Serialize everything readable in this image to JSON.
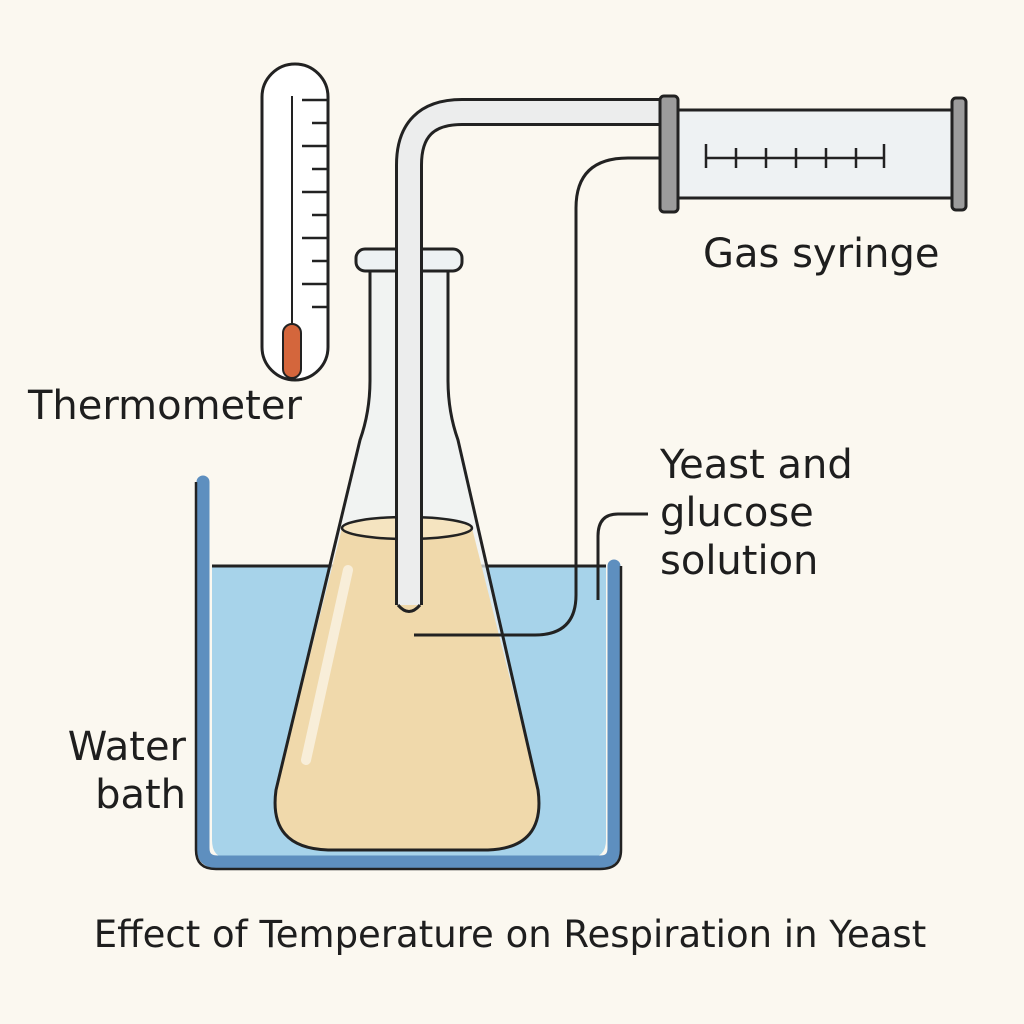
{
  "title": "Effect of Temperature on Respiration in Yeast",
  "labels": {
    "thermometer": "Thermometer",
    "gas_syringe": "Gas syringe",
    "solution_line1": "Yeast and",
    "solution_line2": "glucose",
    "solution_line3": "solution",
    "water_line1": "Water",
    "water_line2": "bath"
  },
  "colors": {
    "background": "#fbf8f0",
    "water": "#a7d3ea",
    "tank_wall": "#5e8fbf",
    "solution": "#f0d9ab",
    "glass": "#eef2f3",
    "outline": "#222222",
    "thermometer_bulb": "#d4663c"
  },
  "icons": {
    "thermometer": "thermometer-icon",
    "gas_syringe": "gas-syringe-icon",
    "flask": "conical-flask-icon",
    "water_bath": "water-bath-icon",
    "delivery_tube": "delivery-tube-icon"
  }
}
